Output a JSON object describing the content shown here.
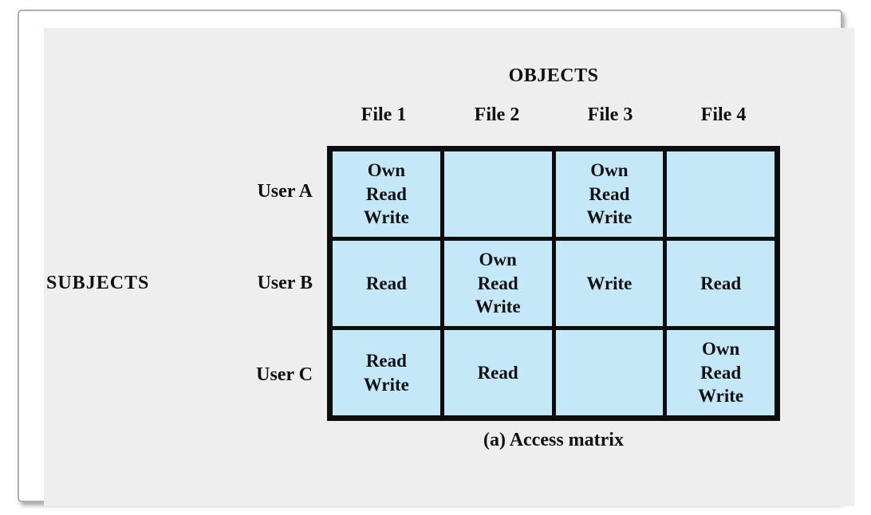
{
  "figure": {
    "objects_label": "OBJECTS",
    "subjects_label": "SUBJECTS",
    "caption": "(a) Access matrix",
    "columns": [
      "File 1",
      "File 2",
      "File 3",
      "File 4"
    ],
    "rows": [
      {
        "subject": "User A",
        "cells": [
          "Own\nRead\nWrite",
          "",
          "Own\nRead\nWrite",
          ""
        ]
      },
      {
        "subject": "User B",
        "cells": [
          "Read",
          "Own\nRead\nWrite",
          "Write",
          "Read"
        ]
      },
      {
        "subject": "User C",
        "cells": [
          "Read\nWrite",
          "Read",
          "",
          "Own\nRead\nWrite"
        ]
      }
    ],
    "colors": {
      "cell_fill": "#c4e8f8",
      "grid_line": "#0d0d0d",
      "panel_bg": "#eeeeee",
      "frame_border": "#b0b0b0",
      "text": "#111111"
    }
  }
}
